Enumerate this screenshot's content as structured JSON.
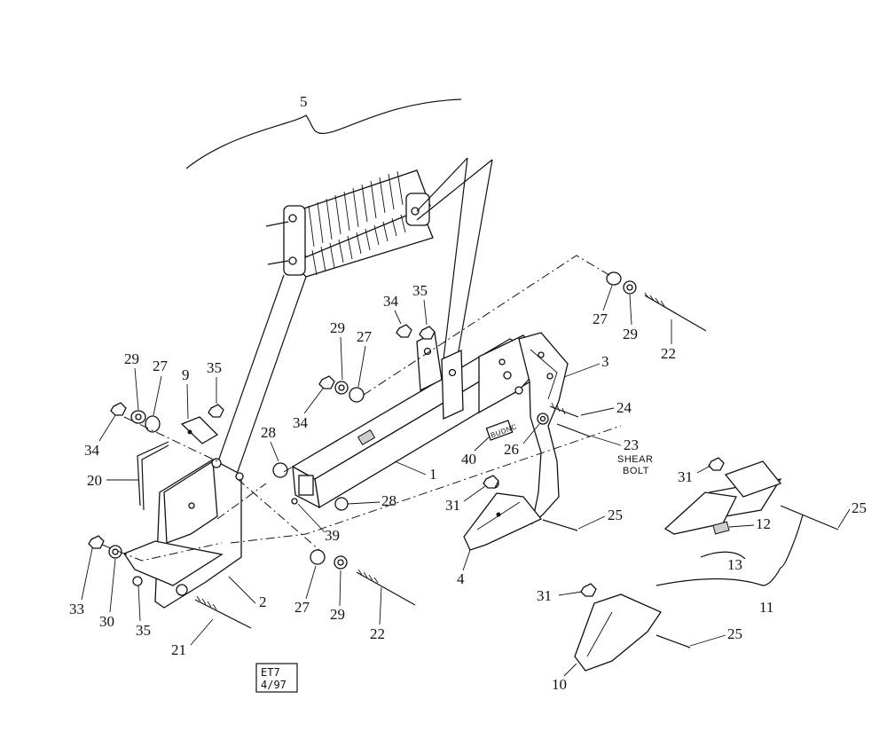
{
  "callouts": {
    "c1": "1",
    "c2": "2",
    "c3": "3",
    "c4": "4",
    "c5": "5",
    "c9": "9",
    "c10": "10",
    "c11": "11",
    "c12": "12",
    "c13": "13",
    "c20": "20",
    "c21": "21",
    "c22a": "22",
    "c22b": "22",
    "c23": "23",
    "c23_note_1": "SHEAR",
    "c23_note_2": "BOLT",
    "c24": "24",
    "c25a": "25",
    "c25b": "25",
    "c25c": "25",
    "c26": "26",
    "c27a": "27",
    "c27b": "27",
    "c27c": "27",
    "c27d": "27",
    "c28a": "28",
    "c28b": "28",
    "c29a": "29",
    "c29b": "29",
    "c29c": "29",
    "c29d": "29",
    "c30": "30",
    "c31a": "31",
    "c31b": "31",
    "c31c": "31",
    "c33": "33",
    "c34a": "34",
    "c34b": "34",
    "c34c": "34",
    "c35a": "35",
    "c35b": "35",
    "c35c": "35",
    "c39": "39",
    "c40": "40"
  },
  "decal_text": "BUDNC",
  "stamp": {
    "line1": "ET7",
    "line2": "4/97"
  }
}
